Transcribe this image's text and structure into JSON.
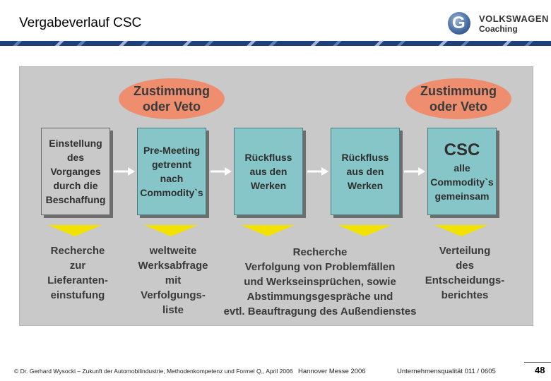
{
  "header": {
    "title": "Vergabeverlauf CSC",
    "logo": {
      "line1": "VOLKSWAGEN",
      "line2": "Coaching",
      "icon": "vw-coaching-logo-icon"
    }
  },
  "diagram": {
    "ovals": [
      {
        "line1": "Zustimmung",
        "line2": "oder Veto"
      },
      {
        "line1": "Zustimmung",
        "line2": "oder Veto"
      }
    ],
    "boxes": [
      {
        "lines": [
          "Einstellung",
          "des",
          "Vorganges",
          "durch die",
          "Beschaffung"
        ]
      },
      {
        "lines": [
          "Pre-Meeting",
          "getrennt",
          "nach",
          "Commodity`s"
        ]
      },
      {
        "lines": [
          "Rückfluss",
          "aus den",
          "Werken"
        ]
      },
      {
        "lines": [
          "Rückfluss",
          "aus den",
          "Werken"
        ]
      },
      {
        "big": "CSC",
        "lines": [
          "alle",
          "Commodity`s",
          "gemeinsam"
        ]
      }
    ],
    "descriptions": [
      {
        "lines": [
          "Recherche",
          "zur",
          "Lieferanten-",
          "einstufung"
        ]
      },
      {
        "lines": [
          "weltweite",
          "Werksabfrage",
          "mit",
          "Verfolgungs-",
          "liste"
        ]
      },
      {
        "lines": [
          "Recherche",
          "Verfolgung von Problemfällen",
          "und Werkseinsprüchen, sowie",
          "Abstimmungsgespräche und",
          "evtl. Beauftragung des Außendienstes"
        ]
      },
      {
        "lines": [
          "Verteilung",
          "des",
          "Entscheidungs-",
          "berichtes"
        ]
      }
    ],
    "colors": {
      "oval": "#ee8e6f",
      "box": "#86c6c8",
      "triangle": "#f3e200",
      "panel": "#c9c9c9"
    }
  },
  "footer": {
    "copyright": "© Dr. Gerhard Wysocki – Zukunft der Automobilindustrie, Methodenkompetenz und Formel Q,, April 2006",
    "event": "Hannover Messe 2006",
    "topic": "Unternehmensqualität 011 / 0605",
    "page": "48"
  }
}
